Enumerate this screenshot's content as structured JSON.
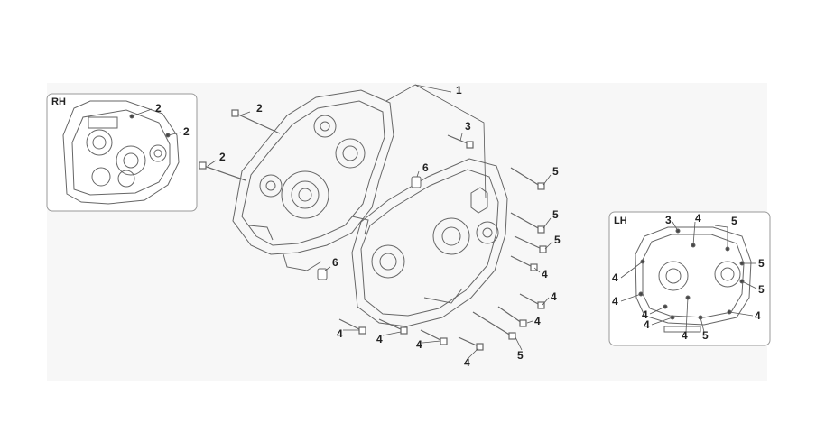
{
  "insets": {
    "rh": {
      "label": "RH",
      "callouts": [
        "2",
        "2"
      ]
    },
    "lh": {
      "label": "LH",
      "callouts": [
        "3",
        "4",
        "5",
        "5",
        "5",
        "4",
        "4",
        "4",
        "4",
        "4",
        "5",
        "4"
      ]
    }
  },
  "main": {
    "callouts": [
      "1",
      "2",
      "2",
      "3",
      "6",
      "6",
      "5",
      "5",
      "5",
      "4",
      "4",
      "4",
      "4",
      "4",
      "4",
      "4",
      "5"
    ]
  },
  "colors": {
    "line": "#555555",
    "text": "#222222",
    "panel": "#f7f7f7",
    "inset_border": "#999999"
  }
}
